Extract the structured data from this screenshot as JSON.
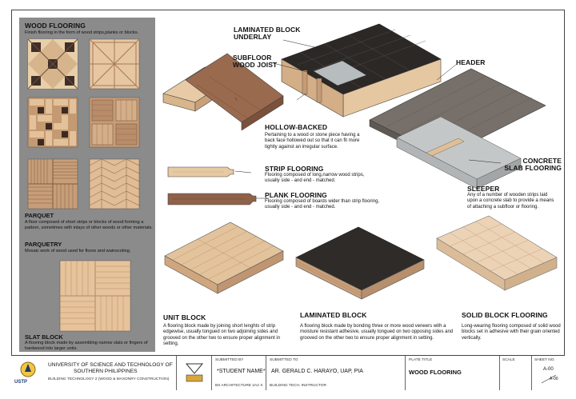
{
  "sidebar": {
    "title": "WOOD FLOORING",
    "intro": "Finish flooring in the form of wood strips,planks or blocks.",
    "parquet_title": "PARQUET",
    "parquet_body": "A floor composed of short strips or blocks of wood forming a pattern, sometimes with inlays of other woods or other materials.",
    "parquetry_title": "PARQUETRY",
    "parquetry_body": "Mosaic work of wood used for floors and wainscoting.",
    "slat_title": "SLAT BLOCK",
    "slat_body": "A flooring block made by assembling narrow slats or fingers of hardwood into larger units."
  },
  "labels": {
    "laminated_underlay": "LAMINATED BLOCK UNDERLAY",
    "subfloor": "SUBFLOOR",
    "wood_joist": "WOOD JOIST",
    "header": "HEADER",
    "hollow_backed_title": "HOLLOW-BACKED",
    "hollow_backed_body": "Pertaining to a wood or stone piece having a back face hollowed out so that it can fit more tightly against an irregular surface.",
    "strip_title": "STRIP FLOORING",
    "strip_body": "Flooring composed of long,narrow wood strips, usually side - and end - matched.",
    "plank_title": "PLANK FLOORING",
    "plank_body": "Flooring composed of boards wider than strip flooring, usually side - and end - matched.",
    "concrete_slab": "CONCRETE SLAB FLOORING",
    "sleeper_title": "SLEEPER",
    "sleeper_body": "Any of a number of wooden strips laid upon a concrete slab to provide a means of attaching a subfloor or flooring.",
    "unit_block_title": "UNIT BLOCK",
    "unit_block_body": "A flooring block made by joining short lenghts of strip edgewise, usually tongued on two adjoining sides and grooved on the other two to ensure proper alignment in setting.",
    "laminated_block_title": "LAMINATED BLOCK",
    "laminated_block_body": "A flooring block made by bonding three or more wood veneers with a moisture resistant adhesive, usually tongued on two opposing sides and grooved on the other two to ensure proper alignment in setting.",
    "solid_block_title": "SOLID BLOCK FLOORING",
    "solid_block_body": "Long-wearing flooring composed of solid wood blocks set in adhesive with their grain oriented vertically."
  },
  "title_block": {
    "university_line1": "UNIVERSITY OF SCIENCE AND TECHNOLOGY OF",
    "university_line2": "SOUTHERN PHILIPPINES",
    "course": "BUILDING TECHNOLOGY 2 (WOOD & MASONRY CONSTRUCTION)",
    "logo_text": "USTP",
    "submitted_by_label": "SUBMITTED BY",
    "student_name": "*STUDENT NAME*",
    "section_label": "BS ARCHITECTURE 2A2 X",
    "submitted_to_label": "SUBMITTED TO",
    "instructor": "AR. GERALD C. HARAYO, UAP, PIA",
    "instructor_role": "BUILDING TECH. INSTRUCTOR",
    "plate_title_label": "PLATE TITLE",
    "plate_title": "WOOD FLOORING",
    "scale_label": "SCALE",
    "sheet_label": "SHEET NO.",
    "sheet_no": "A-00",
    "sheet_total": "A-00"
  },
  "colors": {
    "sidebar": "#8b8b8b",
    "light_wood": "#e3c29b",
    "mid_wood": "#c9a07a",
    "dark_wood": "#8a5f45",
    "dark_laminate": "#2e2b29",
    "concrete": "#c4c7c8",
    "grey_laminate": "#77706a"
  }
}
